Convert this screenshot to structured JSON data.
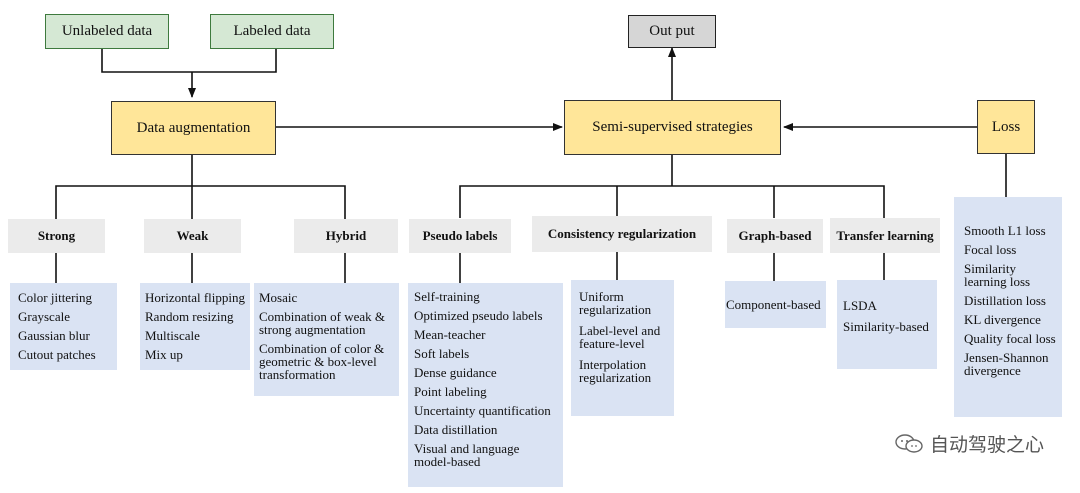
{
  "top": {
    "unlabeled": "Unlabeled data",
    "labeled": "Labeled data",
    "output": "Out put"
  },
  "main": {
    "data_augmentation": "Data augmentation",
    "semi_supervised": "Semi-supervised strategies",
    "loss": "Loss"
  },
  "augmentation": {
    "strong": {
      "title": "Strong",
      "items": [
        "Color jittering",
        "Grayscale",
        "Gaussian blur",
        "Cutout patches"
      ]
    },
    "weak": {
      "title": "Weak",
      "items": [
        "Horizontal flipping",
        "Random resizing",
        "Multiscale",
        "Mix up"
      ]
    },
    "hybrid": {
      "title": "Hybrid",
      "items": [
        "Mosaic",
        "Combination of weak &\nstrong augmentation",
        "Combination of color &\ngeometric & box-level\ntransformation"
      ]
    }
  },
  "strategies": {
    "pseudo": {
      "title": "Pseudo labels",
      "items": [
        "Self-training",
        "Optimized pseudo labels",
        "Mean-teacher",
        "Soft labels",
        "Dense guidance",
        "Point labeling",
        "Uncertainty quantification",
        "Data distillation",
        "Visual and language\nmodel-based"
      ]
    },
    "consistency": {
      "title": "Consistency regularization",
      "items": [
        "Uniform\nregularization",
        "Label-level and\nfeature-level",
        "Interpolation\nregularization"
      ]
    },
    "graph": {
      "title": "Graph-based",
      "items": [
        "Component-based"
      ]
    },
    "transfer": {
      "title": "Transfer learning",
      "items": [
        "LSDA",
        "Similarity-based"
      ]
    }
  },
  "loss_list": {
    "items": [
      "Smooth L1 loss",
      "Focal loss",
      "Similarity\nlearning loss",
      "Distillation loss",
      "KL divergence",
      "Quality focal loss",
      "Jensen-Shannon\ndivergence"
    ]
  },
  "watermark": {
    "text": "自动驾驶之心",
    "icon": "wechat-icon"
  },
  "colors": {
    "green_box": "#d5e8d4",
    "yellow_box": "#ffe699",
    "gray_box": "#d6d6d6",
    "category_box": "#ebebeb",
    "list_box": "#dae3f3"
  }
}
